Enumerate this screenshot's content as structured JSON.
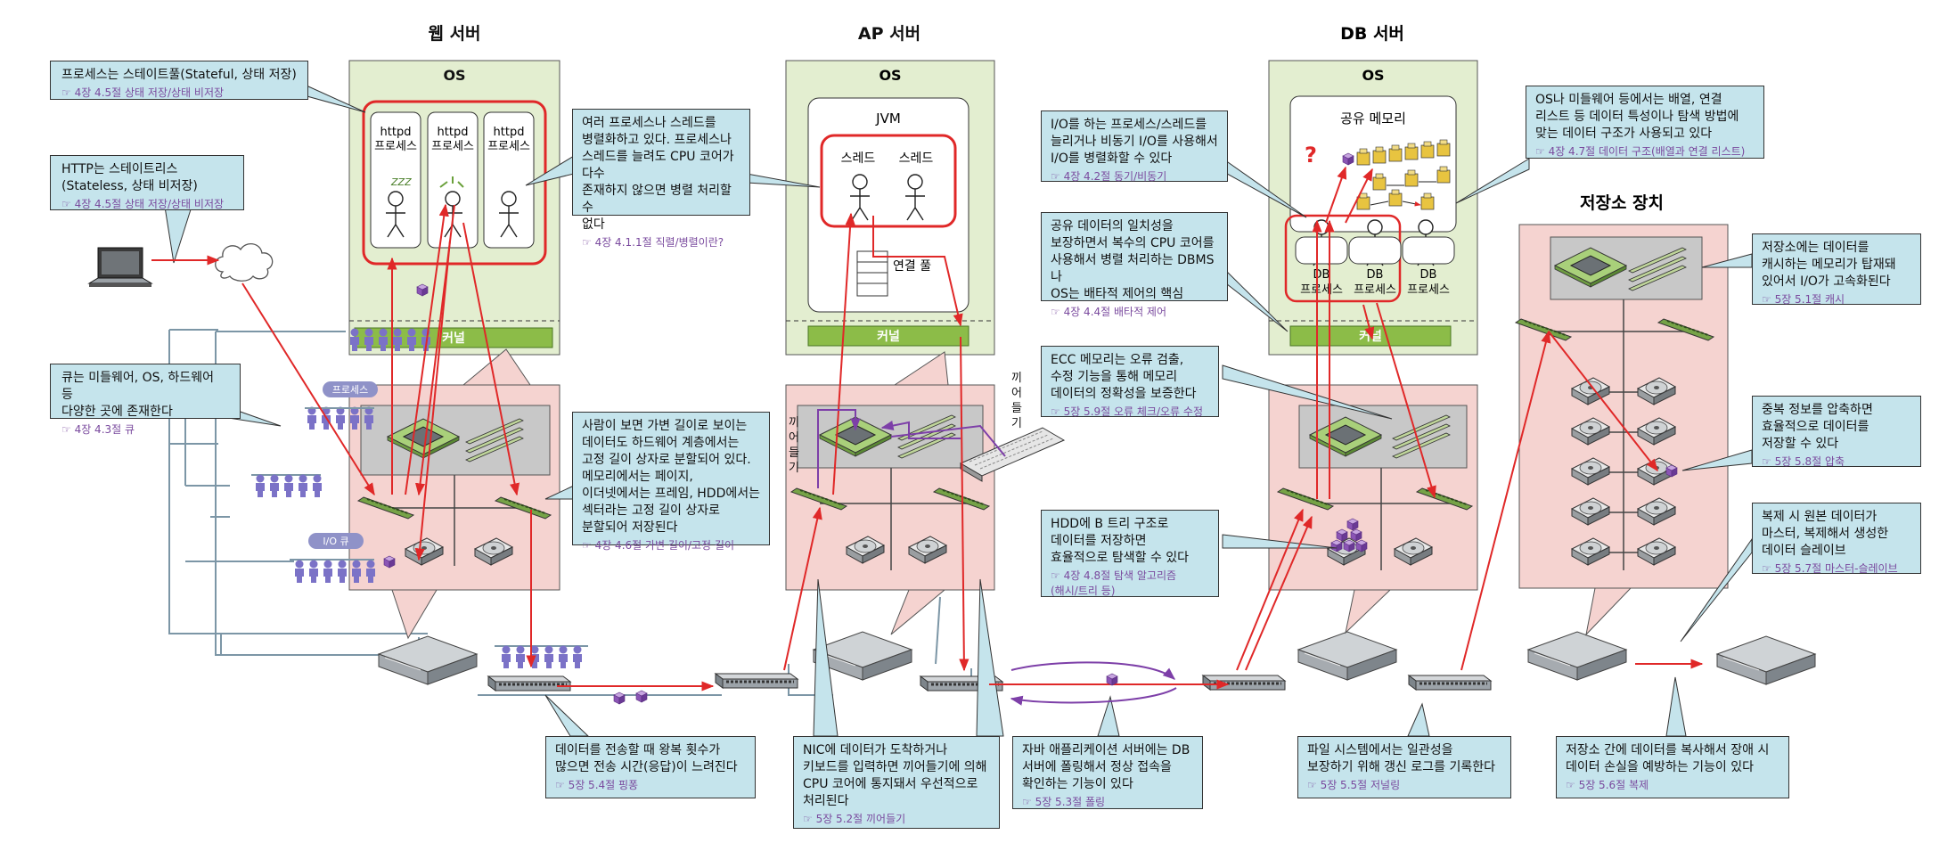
{
  "sections": {
    "web": "웹 서버",
    "ap": "AP 서버",
    "db": "DB 서버",
    "storage": "저장소 장치"
  },
  "labels": {
    "os": "OS",
    "kernel": "커널",
    "httpd": "httpd",
    "process": "프로세스",
    "jvm": "JVM",
    "thread": "스레드",
    "conn_pool": "연결 풀",
    "shared_mem": "공유 메모리",
    "db": "DB",
    "zzz": "ZZZ",
    "question": "?",
    "interrupt_v": "끼어들기",
    "tag_process": "프로세스",
    "tag_io_queue": "I/O 큐"
  },
  "callouts": {
    "stateful": {
      "text": "프로세스는 스테이트풀(Stateful, 상태 저장)",
      "ref": "☞ 4장 4.5절 상태 저장/상태 비저장"
    },
    "stateless": {
      "text": "HTTP는 스테이트리스\n(Stateless, 상태 비저장)",
      "ref": "☞ 4장 4.5절 상태 저장/상태 비저장"
    },
    "queue": {
      "text": "큐는 미들웨어, OS, 하드웨어 등\n다양한 곳에 존재한다",
      "ref": "☞ 4장 4.3절 큐"
    },
    "parallel": {
      "text": "여러 프로세스나 스레드를\n병렬화하고 있다. 프로세스나\n스레드를 늘려도 CPU 코어가 다수\n존재하지 않으면 병렬 처리할 수\n없다",
      "ref": "☞ 4장 4.1.1절 직렬/병렬이란?"
    },
    "fixed_length": {
      "text": "사람이 보면 가변 길이로 보이는\n데이터도 하드웨어 계층에서는\n고정 길이 상자로 분할되어 있다.\n메모리에서는 페이지,\n이더넷에서는 프레임, HDD에서는\n섹터라는 고정 길이 상자로\n분할되어 저장된다",
      "ref": "☞ 4장 4.6절 가변 길이/고정 길이"
    },
    "async_io": {
      "text": "I/O를 하는 프로세스/스레드를\n늘리거나 비동기 I/O를 사용해서\nI/O를 병렬화할 수 있다",
      "ref": "☞ 4장 4.2절 동기/비동기"
    },
    "exclusive": {
      "text": "공유 데이터의 일치성을\n보장하면서 복수의 CPU 코어를\n사용해서 병렬 처리하는 DBMS나\nOS는 배타적 제어의 핵심",
      "ref": "☞ 4장 4.4절 배타적 제어"
    },
    "data_structure": {
      "text": "OS나 미들웨어 등에서는 배열, 연결\n리스트 등 데이터 특성이나 탐색 방법에\n맞는 데이터 구조가 사용되고 있다",
      "ref": "☞ 4장 4.7절 데이터 구조(배열과 연결 리스트)"
    },
    "ecc": {
      "text": "ECC 메모리는 오류 검출,\n수정 기능을 통해 메모리\n데이터의 정확성을 보증한다",
      "ref": "☞ 5장 5.9절 오류 체크/오류 수정"
    },
    "btree": {
      "text": "HDD에 B 트리 구조로\n데이터를 저장하면\n효율적으로 탐색할 수 있다",
      "ref": "☞ 4장 4.8절 탐색 알고리즘\n(해시/트리 등)"
    },
    "cache": {
      "text": "저장소에는 데이터를\n캐시하는 메모리가 탑재돼\n있어서 I/O가 고속화된다",
      "ref": "☞ 5장 5.1절 캐시"
    },
    "compress": {
      "text": "중복 정보를 압축하면\n효율적으로 데이터를\n저장할 수 있다",
      "ref": "☞ 5장 5.8절 압축"
    },
    "master_slave": {
      "text": "복제 시 원본 데이터가\n마스터, 복제해서 생성한\n데이터 슬레이브",
      "ref": "☞ 5장 5.7절 마스터-슬레이브"
    },
    "pingpong": {
      "text": "데이터를 전송할 때 왕복 횟수가\n많으면 전송 시간(응답)이 느려진다",
      "ref": "☞ 5장 5.4절 핑퐁"
    },
    "interrupt": {
      "text": "NIC에 데이터가 도착하거나\n키보드를 입력하면 끼어들기에 의해\nCPU 코어에 통지돼서 우선적으로\n처리된다",
      "ref": "☞ 5장 5.2절 끼어들기"
    },
    "polling": {
      "text": "자바 애플리케이션 서버에는 DB\n서버에 폴링해서 정상 접속을\n확인하는 기능이 있다",
      "ref": "☞ 5장 5.3절 폴링"
    },
    "journaling": {
      "text": "파일 시스템에서는 일관성을\n보장하기 위해 갱신 로그를 기록한다",
      "ref": "☞ 5장 5.5절 저널링"
    },
    "replication": {
      "text": "저장소 간에 데이터를 복사해서 장애 시\n데이터 손실을 예방하는 기능이 있다",
      "ref": "☞ 5장 5.6절 복제"
    }
  },
  "colors": {
    "os_bg": "#e3eed0",
    "hw_bg": "#f5d3d0",
    "kernel": "#8cbc48",
    "callout": "#c5e4ec",
    "arrow_red": "#e02828",
    "arrow_purple": "#7d3fa8",
    "person": "#7b72c7",
    "ref": "#7a4a9e"
  },
  "icons": [
    "laptop-icon",
    "cloud-icon",
    "server-icon",
    "switch-icon",
    "cpu-icon",
    "memory-icon",
    "nic-icon",
    "hdd-icon",
    "keyboard-icon",
    "person-icon",
    "data-packet-icon"
  ]
}
